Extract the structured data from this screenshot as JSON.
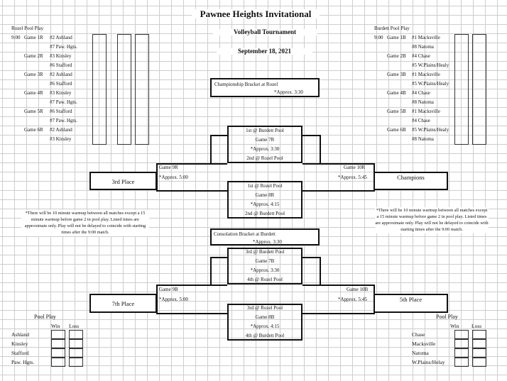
{
  "header": {
    "title": "Pawnee Heights Invitational",
    "subtitle": "Volleyball Tournament",
    "date": "September 18, 2021"
  },
  "rozel_pool": {
    "heading": "Rozel Pool Play",
    "time": "9:00",
    "games": [
      {
        "game": "Game 1R",
        "teams": [
          "#2 Ashland",
          "#7 Paw. Hgts."
        ]
      },
      {
        "game": "Game 2R",
        "teams": [
          "#3 Kinsley",
          "#6 Stafford"
        ]
      },
      {
        "game": "Game 3R",
        "teams": [
          "#2 Ashland",
          "#6 Stafford"
        ]
      },
      {
        "game": "Game 4R",
        "teams": [
          "#3 Kinsley",
          "#7 Paw. Hgts."
        ]
      },
      {
        "game": "Game 5R",
        "teams": [
          "#6 Stafford",
          "#7 Paw. Hgts."
        ]
      },
      {
        "game": "Game 6R",
        "teams": [
          "#2 Ashland",
          "#3 Kinsley"
        ]
      }
    ]
  },
  "burdett_pool": {
    "heading": "Burdett Pool Play",
    "time": "9:00",
    "games": [
      {
        "game": "Game 1B",
        "teams": [
          "#1 Macksville",
          "#8 Natoma"
        ]
      },
      {
        "game": "Game 2B",
        "teams": [
          "#4 Chase",
          "#5 W.Plains/Healy"
        ]
      },
      {
        "game": "Game 3B",
        "teams": [
          "#1 Macksville",
          "#5 W.Plains/Healy"
        ]
      },
      {
        "game": "Game 4B",
        "teams": [
          "#4 Chase",
          "#8 Natoma"
        ]
      },
      {
        "game": "Game 5B",
        "teams": [
          "#1 Macksville",
          "#4 Chase"
        ]
      },
      {
        "game": "Game 6B",
        "teams": [
          "#5 W.Plains/Healy",
          "#8 Natoma"
        ]
      }
    ]
  },
  "championship": {
    "title": "Championship Bracket at Rozel",
    "time": "*Approx. 3:30",
    "game7": {
      "top": "1st @ Burdett Pool",
      "game": "Game 7R",
      "time": "*Approx. 3:30",
      "bottom": "2nd @ Rozel Pool"
    },
    "game8": {
      "top": "1st @ Rozel Pool",
      "game": "Game 8R",
      "time": "*Approx. 4:15",
      "bottom": "2nd @ Burdett Pool"
    },
    "game9": {
      "label": "Game 9R",
      "time": "*Approx. 5:00",
      "result": "3rd Place"
    },
    "game10": {
      "label": "Game 10R",
      "time": "*Approx. 5:45",
      "result": "Champions"
    }
  },
  "consolation": {
    "title": "Consolation Bracket at Burdett",
    "time": "*Approx. 3:30",
    "game7": {
      "top": "3rd @ Burdett Pool",
      "game": "Game 7B",
      "time": "*Approx. 3:30",
      "bottom": "4th @ Rozel Pool"
    },
    "game8": {
      "top": "3rd @ Rozel Pool",
      "game": "Game 8B",
      "time": "*Approx. 4:15",
      "bottom": "4th @ Burdett Pool"
    },
    "game9": {
      "label": "Game 9B",
      "time": "*Approx. 5:00",
      "result": "7th Place"
    },
    "game10": {
      "label": "Game 10B",
      "time": "*Approx. 5:45",
      "result": "5th Place"
    }
  },
  "notes": {
    "left": "*There will be 10 minute warmup between all matches except a 15 minute warmup before game 2 in pool play. Listed times are approximate only. Play will not be delayed to coincide with starting times after the 9:00 match.",
    "right": "*There will be 10 minute warmup between all matches except a 15 minute warmup before game 2 in pool play. Listed times are approximate only. Play will not be delayed to coincide with starting times after the 9:00 match."
  },
  "standings_left": {
    "heading": "Pool Play",
    "win": "Win",
    "loss": "Loss",
    "teams": [
      "Ashland",
      "Kinsley",
      "Stafford",
      "Paw. Hgts."
    ]
  },
  "standings_right": {
    "heading": "Pool Play",
    "win": "Win",
    "loss": "Loss",
    "teams": [
      "Chase",
      "Macksville",
      "Natoma",
      "W.Plains/Helay"
    ]
  }
}
